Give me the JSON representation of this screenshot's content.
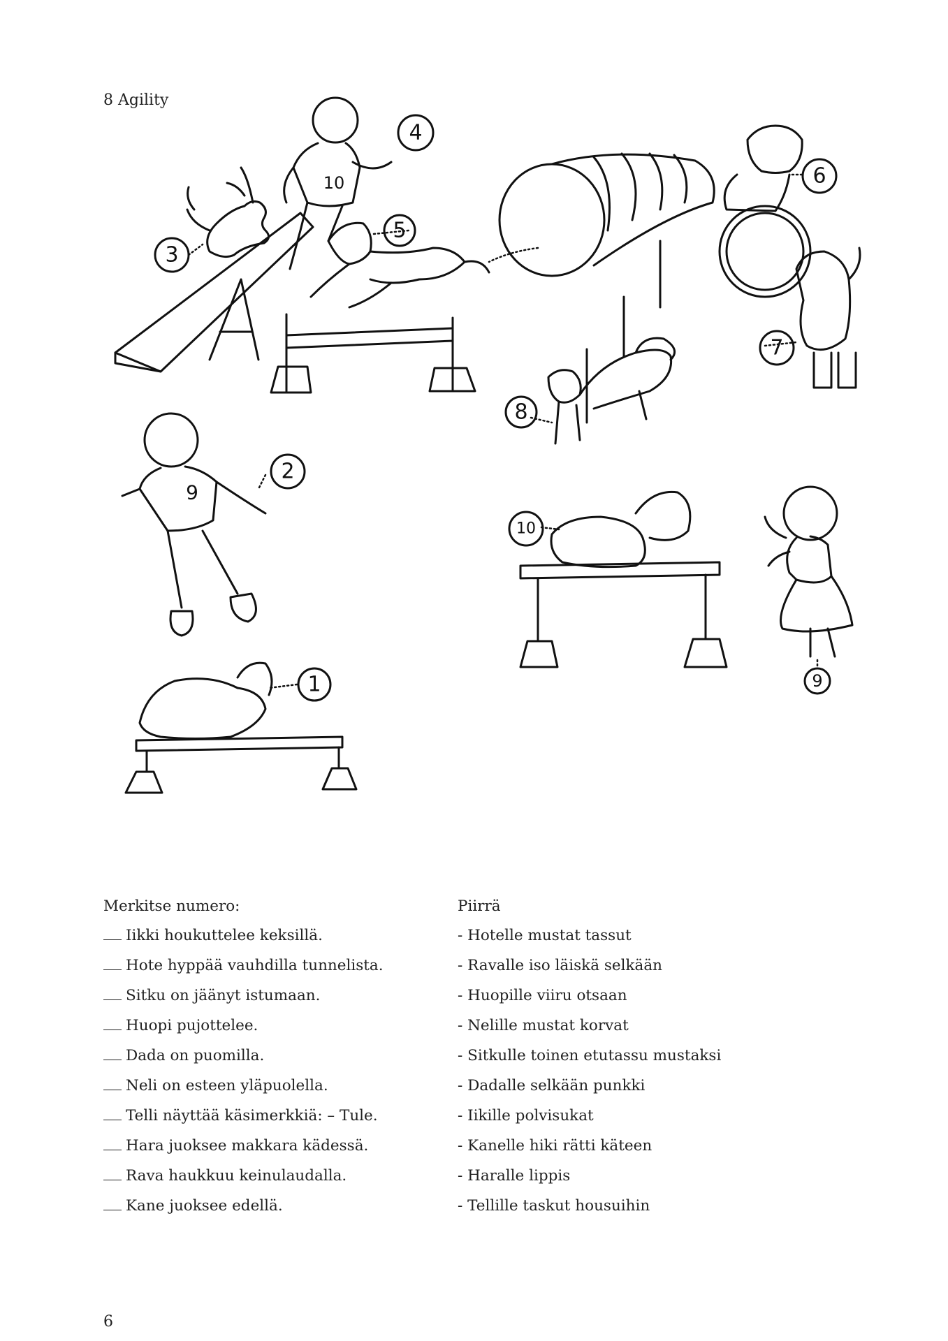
{
  "title": "8 Agility",
  "illustration": {
    "number_labels": [
      "1",
      "2",
      "3",
      "4",
      "5",
      "6",
      "7",
      "8",
      "9",
      "10"
    ]
  },
  "left_column": {
    "heading": "Merkitse numero:",
    "items": [
      "Iikki houkuttelee keksillä.",
      "Hote hyppää vauhdilla tunnelista.",
      "Sitku on jäänyt istumaan.",
      "Huopi pujottelee.",
      "Dada on puomilla.",
      "Neli on esteen yläpuolella.",
      "Telli näyttää käsimerkkiä: – Tule.",
      "Hara juoksee makkara kädessä.",
      "Rava haukkuu keinulaudalla.",
      "Kane juoksee edellä."
    ]
  },
  "right_column": {
    "heading": "Piirrä",
    "items": [
      "- Hotelle mustat tassut",
      "- Ravalle iso läiskä selkään",
      "- Huopille viiru otsaan",
      "- Nelille mustat korvat",
      "- Sitkulle toinen etutassu mustaksi",
      "- Dadalle selkään punkki",
      "- Iikille polvisukat",
      "- Kanelle hiki rätti käteen",
      "- Haralle lippis",
      "- Tellille taskut housuihin"
    ]
  },
  "page_number": "6"
}
